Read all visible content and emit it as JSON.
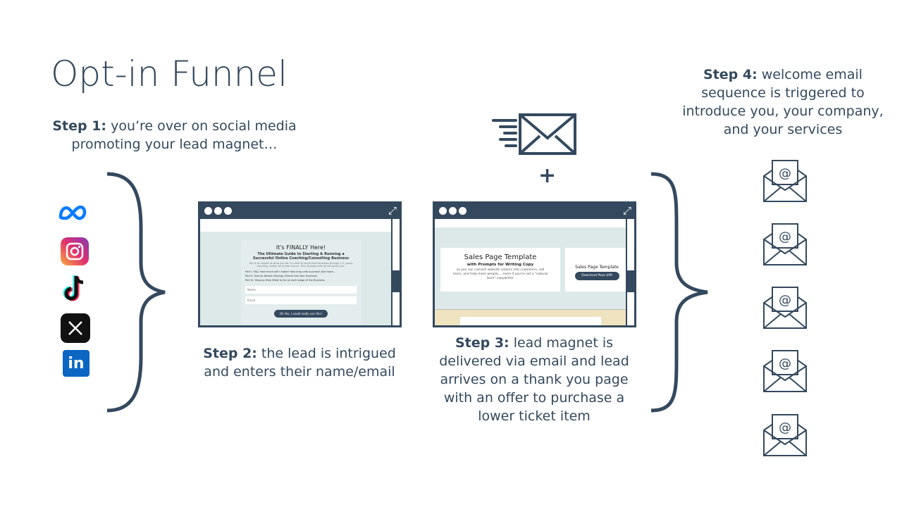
{
  "title": "Opt-in Funnel",
  "step1": {
    "label": "Step 1:",
    "text": " you’re over on social media promoting your lead magnet…"
  },
  "step2": {
    "label": "Step 2:",
    "text": " the lead is intrigued and enters their name/email"
  },
  "step3": {
    "label": "Step 3:",
    "text": " lead magnet is delivered via email and lead arrives on a thank you page with an offer to purchase a lower ticket item"
  },
  "step4": {
    "label": "Step 4:",
    "text": " welcome email sequence is triggered to introduce you, your company, and your services"
  },
  "plus": "+",
  "social_icons": [
    "meta-icon",
    "instagram-icon",
    "tiktok-icon",
    "x-icon",
    "linkedin-icon"
  ],
  "optin_page": {
    "headline": "It's FINALLY Here!",
    "subhead": "The Ultimate Guide to Starting & Running a Successful Online Coaching/Consulting Business",
    "intro": "You're an expert at what you do. It's time to share that expertise through 1:1, group coaching, and/or an online course. This 16-page manual will guide you.",
    "parts": [
      "Part I: FAQ: How much will I make? How long until success? And more...",
      "Part II: How to Attract (Paying) Clients Into Your Business",
      "Part III: Step-by-Step What to Do at each stage of the Business"
    ],
    "name_placeholder": "Name",
    "email_placeholder": "Email",
    "button": "Oh Yes, I could really use this!"
  },
  "thankyou_page": {
    "headline": "Sales Page Template",
    "subhead": "with Prompts for Writing Copy",
    "body": "so you can convert website visitors into customers, sell more, and help more people, ...even if you're not a \"natural born\" copywriter",
    "side_title": "Sales Page Template",
    "button": "Download Now $99"
  },
  "colors": {
    "navy": "#34495e",
    "page_bg": "#dde9e9",
    "cream": "#efe3c0"
  }
}
